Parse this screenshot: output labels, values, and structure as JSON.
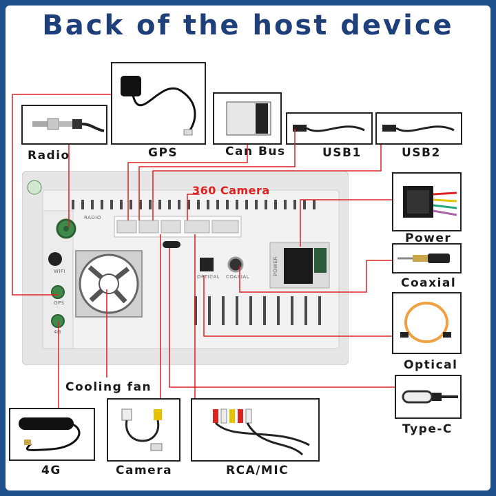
{
  "title": "Back of the host device",
  "device": {
    "radio_port_text": "RADIO",
    "wifi_text": "WIFI",
    "gps_port_text": "GPS",
    "g4_port_text": "4G",
    "optical_text": "OPTICAL",
    "coaxial_text": "COAXIAL",
    "power_text": "POWER",
    "camera360_label": "360 Camera"
  },
  "accessories": {
    "radio": "Radio",
    "gps": "GPS",
    "canbus": "Can Bus",
    "usb1": "USB1",
    "usb2": "USB2",
    "power": "Power",
    "coaxial": "Coaxial",
    "optical": "Optical",
    "typec": "Type-C",
    "cooling_fan": "Cooling fan",
    "g4": "4G",
    "camera": "Camera",
    "rca_mic": "RCA/MIC"
  },
  "colors": {
    "background": "#1d4f8a",
    "title": "#1f3f7a",
    "wire": "#e02020",
    "device": "#e9e9e9"
  }
}
